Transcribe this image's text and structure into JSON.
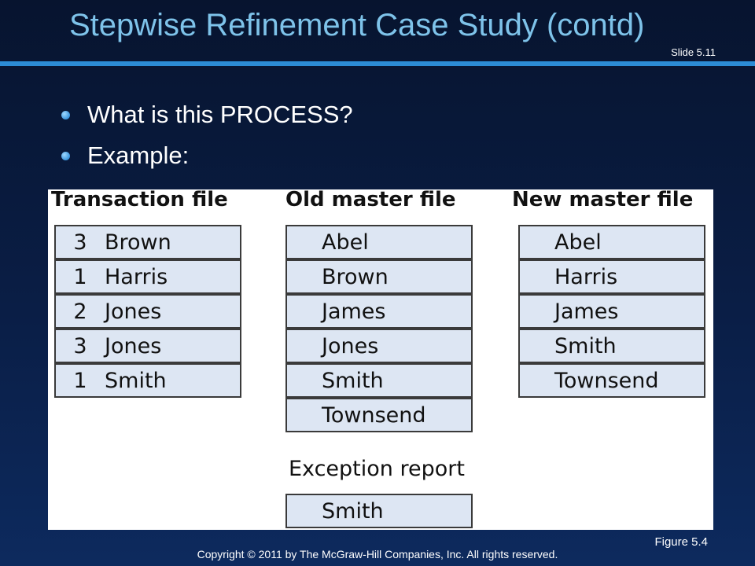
{
  "slide": {
    "title": "Stepwise Refinement Case Study (contd)",
    "number": "Slide 5.11",
    "figure_label": "Figure 5.4",
    "copyright": "Copyright © 2011 by The McGraw-Hill Companies, Inc.  All rights reserved."
  },
  "bullets": [
    "What is this PROCESS?",
    "Example:"
  ],
  "figure": {
    "transaction": {
      "heading": "Transaction file",
      "rows": [
        {
          "code": "3",
          "name": "Brown"
        },
        {
          "code": "1",
          "name": "Harris"
        },
        {
          "code": "2",
          "name": "Jones"
        },
        {
          "code": "3",
          "name": "Jones"
        },
        {
          "code": "1",
          "name": "Smith"
        }
      ]
    },
    "old_master": {
      "heading": "Old master file",
      "rows": [
        "Abel",
        "Brown",
        "James",
        "Jones",
        "Smith",
        "Townsend"
      ]
    },
    "new_master": {
      "heading": "New master file",
      "rows": [
        "Abel",
        "Harris",
        "James",
        "Smith",
        "Townsend"
      ]
    },
    "exception": {
      "heading": "Exception report",
      "rows": [
        "Smith"
      ]
    }
  }
}
